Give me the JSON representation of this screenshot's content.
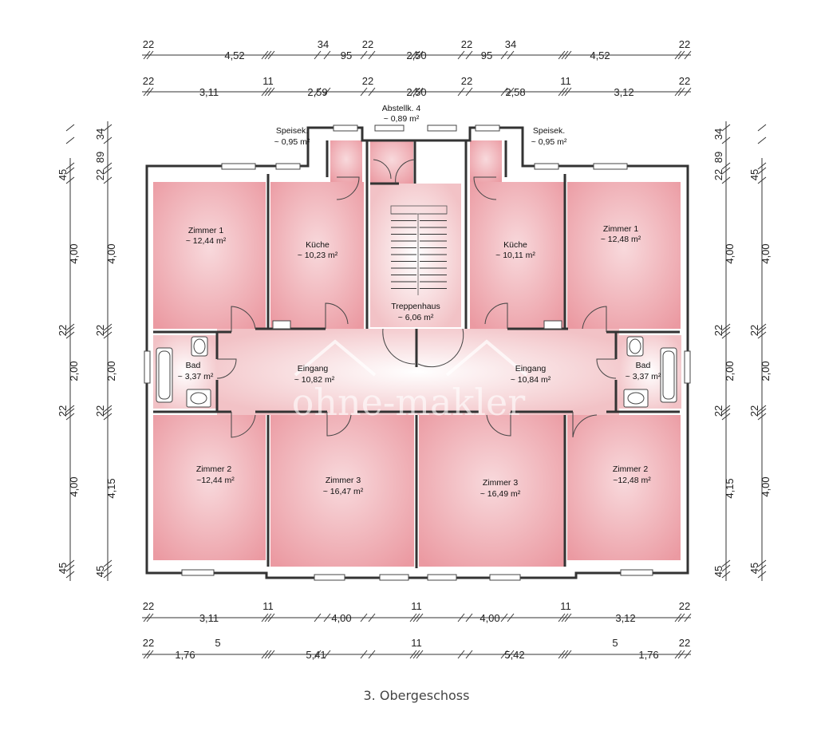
{
  "caption": "3. Obergeschoss",
  "watermark": "ohne-makler",
  "colors": {
    "room_fill": "#eea5ab",
    "hall_fill": "#fbe9ea",
    "wall": "#333333"
  },
  "rooms": [
    {
      "name": "Zimmer 1",
      "area": "~ 12,44 m²"
    },
    {
      "name": "Küche",
      "area": "~ 10,23 m²"
    },
    {
      "name": "Speisek.",
      "area": "~ 0,95 m²"
    },
    {
      "name": "Abstellk. 4",
      "area": "~ 0,89 m²"
    },
    {
      "name": "Speisek.",
      "area": "~ 0,95 m²"
    },
    {
      "name": "Küche",
      "area": "~ 10,11 m²"
    },
    {
      "name": "Zimmer 1",
      "area": "~ 12,48 m²"
    },
    {
      "name": "Treppenhaus",
      "area": "~ 6,06 m²"
    },
    {
      "name": "Bad",
      "area": "~ 3,37 m²"
    },
    {
      "name": "Eingang",
      "area": "~ 10,82 m²"
    },
    {
      "name": "Eingang",
      "area": "~ 10,84 m²"
    },
    {
      "name": "Bad",
      "area": "~ 3,37 m²"
    },
    {
      "name": "Zimmer 2",
      "area": "~12,44 m²"
    },
    {
      "name": "Zimmer 3",
      "area": "~ 16,47 m²"
    },
    {
      "name": "Zimmer 3",
      "area": "~ 16,49 m²"
    },
    {
      "name": "Zimmer 2",
      "area": "~12,48 m²"
    }
  ],
  "dims": {
    "top1": [
      "22",
      "4,52",
      "34",
      "95",
      "22",
      "2,50",
      "22",
      "95",
      "34",
      "4,52",
      "22"
    ],
    "top2": [
      "22",
      "3,11",
      "11",
      "2,59",
      "22",
      "2,50",
      "22",
      "2,58",
      "11",
      "3,12",
      "22"
    ],
    "bottom1": [
      "22",
      "3,11",
      "11",
      "4,00",
      "11",
      "4,00",
      "11",
      "3,12",
      "22"
    ],
    "bottom2": [
      "22",
      "1,76",
      "5",
      "5,41",
      "11",
      "5,42",
      "5",
      "1,76",
      "22"
    ],
    "left_outer": [
      "45",
      "4,00",
      "22",
      "2,00",
      "22",
      "4,00",
      "45"
    ],
    "left_inner": [
      "34",
      "89",
      "22",
      "4,00",
      "22",
      "2,00",
      "22",
      "4,15",
      "45"
    ],
    "right_inner": [
      "34",
      "89",
      "22",
      "4,00",
      "22",
      "2,00",
      "22",
      "4,15",
      "45"
    ],
    "right_outer": [
      "45",
      "4,00",
      "22",
      "2,00",
      "22",
      "4,00",
      "45"
    ]
  }
}
